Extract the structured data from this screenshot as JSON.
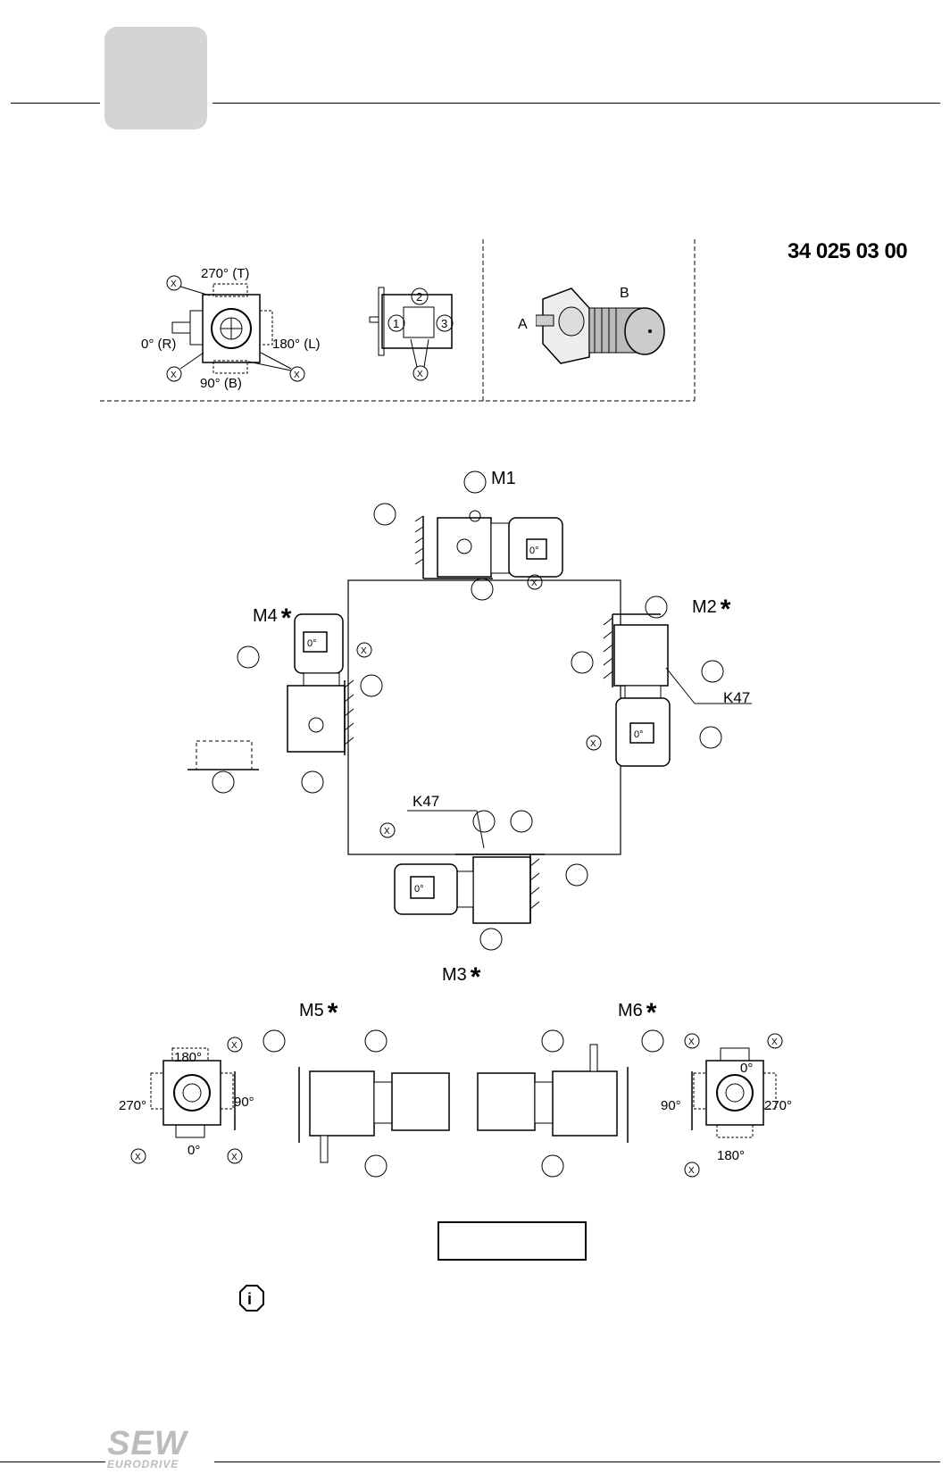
{
  "header": {
    "document_number": "34 025 03 00"
  },
  "legend": {
    "left_view": {
      "positions": [
        "270° (T)",
        "0° (R)",
        "180° (L)",
        "90° (B)"
      ],
      "marker": "X"
    },
    "middle_view": {
      "numbers": [
        "1",
        "2",
        "3"
      ],
      "marker": "X"
    },
    "right_view": {
      "shaft_a": "A",
      "shaft_b": "B"
    }
  },
  "mounting_positions": {
    "m1": {
      "label": "M1",
      "star": ""
    },
    "m2": {
      "label": "M2",
      "star": "*"
    },
    "m3": {
      "label": "M3",
      "star": "*"
    },
    "m4": {
      "label": "M4",
      "star": "*"
    },
    "m5": {
      "label": "M5",
      "star": "*"
    },
    "m6": {
      "label": "M6",
      "star": "*"
    },
    "gear_unit": "K47",
    "terminal_box_angle": "0°"
  },
  "m5_angles": {
    "top": "180°",
    "left": "270°",
    "right": "90°",
    "bottom": "0°"
  },
  "m6_angles": {
    "top": "0°",
    "left": "90°",
    "right": "270°",
    "bottom": "180°"
  },
  "footer": {
    "logo_top": "SEW",
    "logo_bottom": "EURODRIVE"
  }
}
